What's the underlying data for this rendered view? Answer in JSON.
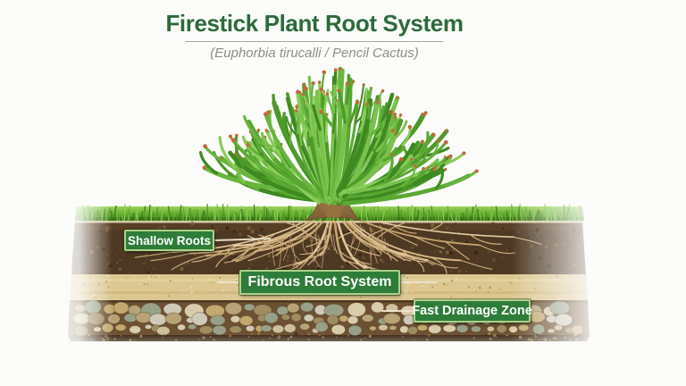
{
  "header": {
    "title": "Firestick Plant Root System",
    "subtitle": "(Euphorbia tirucalli / Pencil Cactus)"
  },
  "labels": [
    {
      "id": "shallow-roots",
      "text": "Shallow Roots"
    },
    {
      "id": "fibrous-root-system",
      "text": "Fibrous Root System"
    },
    {
      "id": "fast-drainage-zone",
      "text": "Fast Drainage Zone"
    }
  ],
  "palette": {
    "background": "#fcfcfa",
    "title_green": "#2d6a3c",
    "subtitle_gray": "#8b8f87",
    "divider_gray": "#a8a8a2",
    "badge_green": "#2e7c39",
    "badge_border_light_green": "#aed289",
    "badge_text_white": "#ffffff",
    "leader_line_cream": "#efe5cc",
    "grass_light_green": "#9ed45f",
    "grass_dark_green": "#3d7c1a",
    "topsoil_brown": "#4d3823",
    "sand_tan": "#dcc791",
    "gravel_brown": "#6d5132",
    "root_tan": "#d6b887",
    "stem_green": "#58a832",
    "stem_tip_coral": "#c06a3b",
    "trunk_brown": "#9c7747"
  }
}
